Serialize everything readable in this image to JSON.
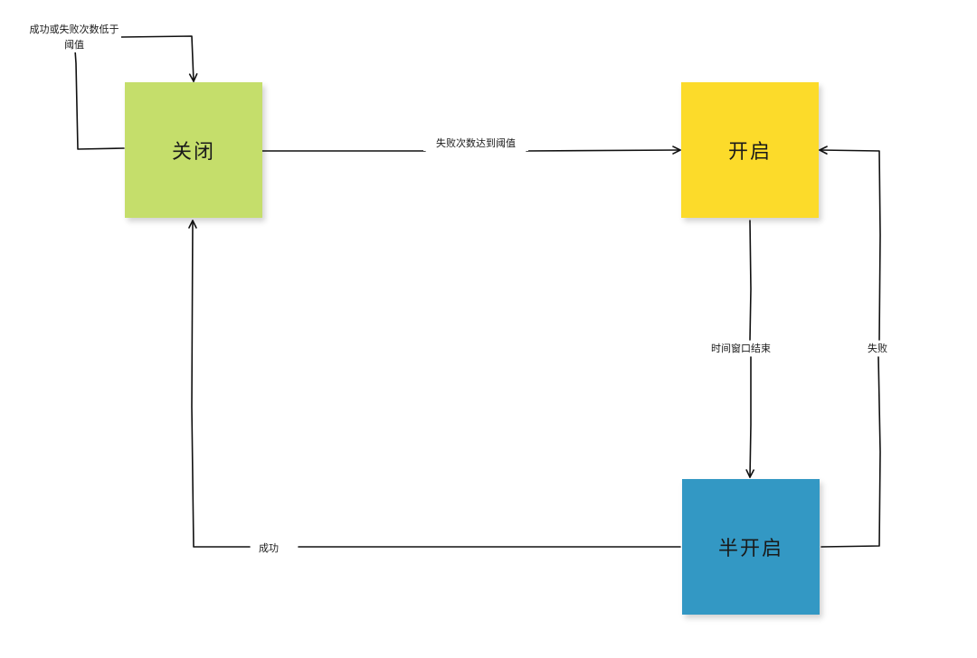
{
  "nodes": {
    "closed": {
      "label": "关闭",
      "color": "#c5de6b"
    },
    "open": {
      "label": "开启",
      "color": "#fcdb2a"
    },
    "halfopen": {
      "label": "半开启",
      "color": "#3398c4"
    }
  },
  "edges": {
    "self_loop_closed": {
      "label": "成功或失败次数低于阈值"
    },
    "closed_to_open": {
      "label": "失败次数达到阈值"
    },
    "open_to_halfopen": {
      "label": "时间窗口结束"
    },
    "halfopen_to_open": {
      "label": "失败"
    },
    "halfopen_to_closed": {
      "label": "成功"
    }
  },
  "colors": {
    "stroke": "#111111",
    "background": "#ffffff"
  }
}
